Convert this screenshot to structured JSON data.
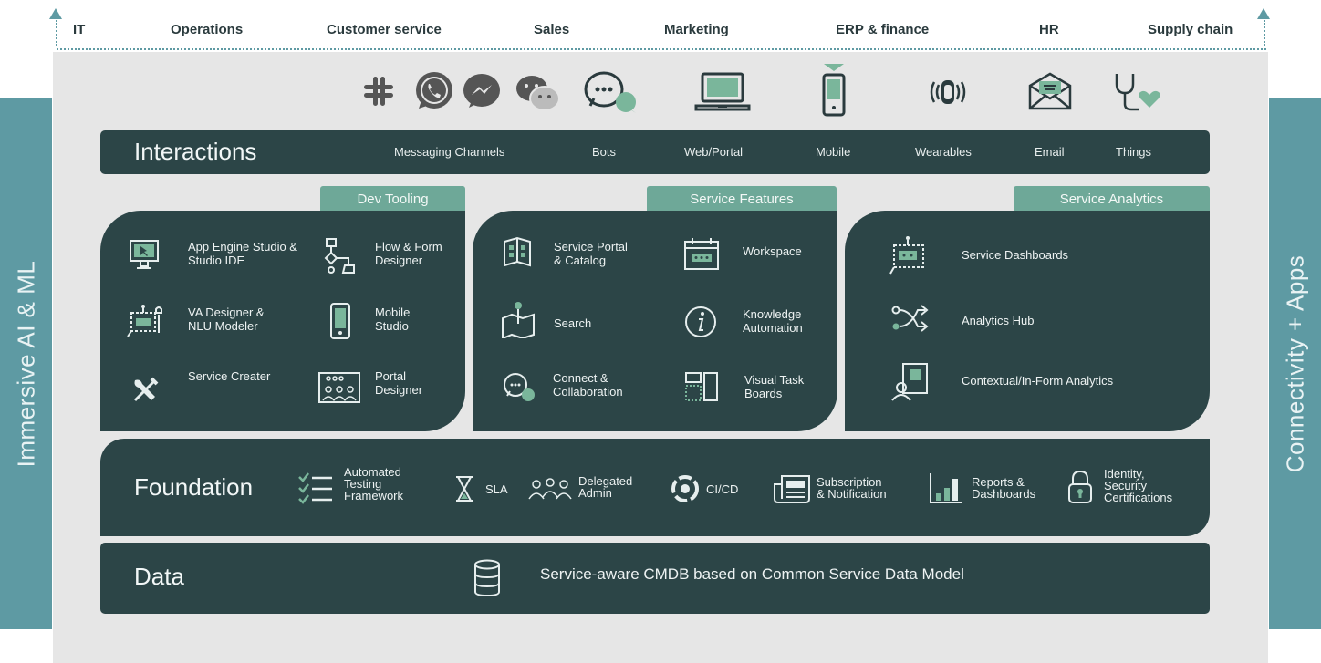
{
  "colors": {
    "teal_side": "#5e9aa3",
    "dark_panel": "#2c4547",
    "tab_green": "#6ea898",
    "accent_green": "#7ab69b",
    "background": "#e6e6e6"
  },
  "departments": [
    "IT",
    "Operations",
    "Customer service",
    "Sales",
    "Marketing",
    "ERP & finance",
    "HR",
    "Supply chain"
  ],
  "side_left": "Immersive AI & ML",
  "side_right": "Connectivity + Apps",
  "top_icons": [
    "slack-icon",
    "whatsapp-icon",
    "messenger-icon",
    "wechat-icon",
    "chat-bubble-icon",
    "laptop-icon",
    "mobile-phone-icon",
    "wearable-icon",
    "email-icon",
    "stethoscope-icon"
  ],
  "interactions": {
    "title": "Interactions",
    "labels": [
      "Messaging Channels",
      "Bots",
      "Web/Portal",
      "Mobile",
      "Wearables",
      "Email",
      "Things"
    ]
  },
  "dev_tooling": {
    "tab": "Dev Tooling",
    "items": [
      {
        "label": "App Engine Studio &\nStudio IDE",
        "icon": "monitor-cursor-icon"
      },
      {
        "label": "Flow & Form\nDesigner",
        "icon": "flowchart-icon"
      },
      {
        "label": "VA Designer &\nNLU Modeler",
        "icon": "robot-wrench-icon"
      },
      {
        "label": "Mobile\nStudio",
        "icon": "mobile-icon"
      },
      {
        "label": "Service Creater",
        "icon": "tools-icon"
      },
      {
        "label": "Portal\nDesigner",
        "icon": "people-board-icon"
      }
    ]
  },
  "service_features": {
    "tab": "Service Features",
    "items": [
      {
        "label": "Service Portal\n& Catalog",
        "icon": "catalog-book-icon"
      },
      {
        "label": "Workspace",
        "icon": "calendar-icon"
      },
      {
        "label": "Search",
        "icon": "map-pin-icon"
      },
      {
        "label": "Knowledge\nAutomation",
        "icon": "info-icon"
      },
      {
        "label": "Connect &\nCollaboration",
        "icon": "chat-icon"
      },
      {
        "label": "Visual Task\nBoards",
        "icon": "task-board-icon"
      }
    ]
  },
  "service_analytics": {
    "tab": "Service Analytics",
    "items": [
      {
        "label": "Service Dashboards",
        "icon": "bot-screen-icon"
      },
      {
        "label": "Analytics Hub",
        "icon": "shuffle-icon"
      },
      {
        "label": "Contextual/In-Form Analytics",
        "icon": "person-building-icon"
      }
    ]
  },
  "foundation": {
    "title": "Foundation",
    "items": [
      {
        "label": "Automated\nTesting\nFramework",
        "icon": "checklist-icon"
      },
      {
        "label": "SLA",
        "icon": "hourglass-icon"
      },
      {
        "label": "Delegated\nAdmin",
        "icon": "group-icon"
      },
      {
        "label": "CI/CD",
        "icon": "cicd-cycle-icon"
      },
      {
        "label": "Subscription\n& Notification",
        "icon": "newspaper-icon"
      },
      {
        "label": "Reports &\nDashboards",
        "icon": "bar-chart-icon"
      },
      {
        "label": "Identity,\nSecurity\nCertifications",
        "icon": "lock-icon"
      }
    ]
  },
  "data_layer": {
    "title": "Data",
    "text": "Service-aware CMDB based on Common Service Data Model",
    "icon": "database-icon"
  }
}
